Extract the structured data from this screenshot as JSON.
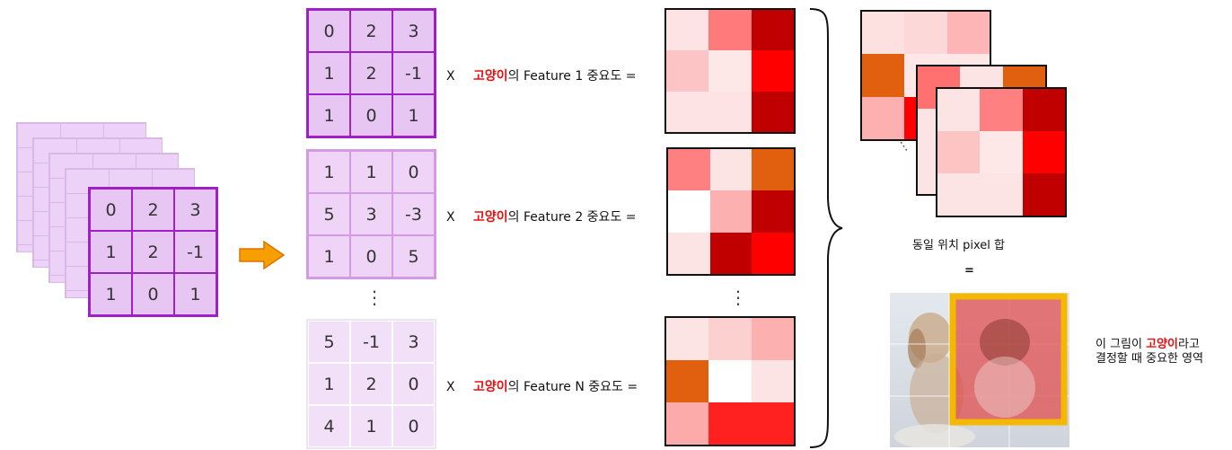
{
  "input_matrix": {
    "cells": [
      "0",
      "2",
      "3",
      "1",
      "2",
      "-1",
      "1",
      "0",
      "1"
    ]
  },
  "rows": [
    {
      "cells": [
        "0",
        "2",
        "3",
        "1",
        "2",
        "-1",
        "1",
        "0",
        "1"
      ],
      "x": "X",
      "cat": "고양이",
      "text": "의 Feature 1 중요도 =",
      "heat": [
        "#fde3e3",
        "#ff7a7a",
        "#c00000",
        "#fcc4c4",
        "#fde7e7",
        "#ff0000",
        "#fde3e3",
        "#fde3e3",
        "#c00000"
      ]
    },
    {
      "cells": [
        "1",
        "1",
        "0",
        "5",
        "3",
        "-3",
        "1",
        "0",
        "5"
      ],
      "x": "X",
      "cat": "고양이",
      "text": "의 Feature 2 중요도 =",
      "heat": [
        "#ff8080",
        "#fde4e4",
        "#e06010",
        "#ffffff",
        "#fdb0b0",
        "#c00000",
        "#fde4e4",
        "#c00000",
        "#ff0000"
      ]
    },
    {
      "cells": [
        "5",
        "-1",
        "3",
        "1",
        "2",
        "0",
        "4",
        "1",
        "0"
      ],
      "x": "X",
      "cat": "고양이",
      "text": "의 Feature N 중요도 =",
      "heat": [
        "#fde4e4",
        "#fdd0d0",
        "#fdb0b0",
        "#e06010",
        "#ffffff",
        "#fde4e4",
        "#fdaaaa",
        "#ff2020",
        "#ff2020"
      ]
    }
  ],
  "stack_heat_back": [
    "#fde1e1",
    "#fdd8d8",
    "#fdb5b5",
    "#e06010",
    "#fde7e7",
    "#fde7e7",
    "#fdb0b0",
    "#ff0000",
    "#fde7e7"
  ],
  "stack_heat_mid": [
    "#ff7070",
    "#fde4e4",
    "#e06010",
    "#fde4e4",
    "#fde4e4",
    "#fde4e4",
    "#fde4e4",
    "#fde4e4",
    "#fde4e4"
  ],
  "stack_heat_front": [
    "#fde4e4",
    "#ff8080",
    "#c00000",
    "#fdc4c4",
    "#fde7e7",
    "#ff0000",
    "#fde4e4",
    "#fde4e4",
    "#c00000"
  ],
  "vdots": "⋮",
  "sum_label": "동일 위치 pixel 합",
  "equals": "=",
  "conclusion": {
    "line1_prefix": "이 그림이 ",
    "line1_cat": "고양이",
    "line1_suffix": "라고",
    "line2": "결정할 때 중요한 영역"
  },
  "colors": {
    "purple": "#a020c8",
    "accent_red": "#e81010",
    "arrow": "#f5a000",
    "highlight": "#f5b800"
  }
}
